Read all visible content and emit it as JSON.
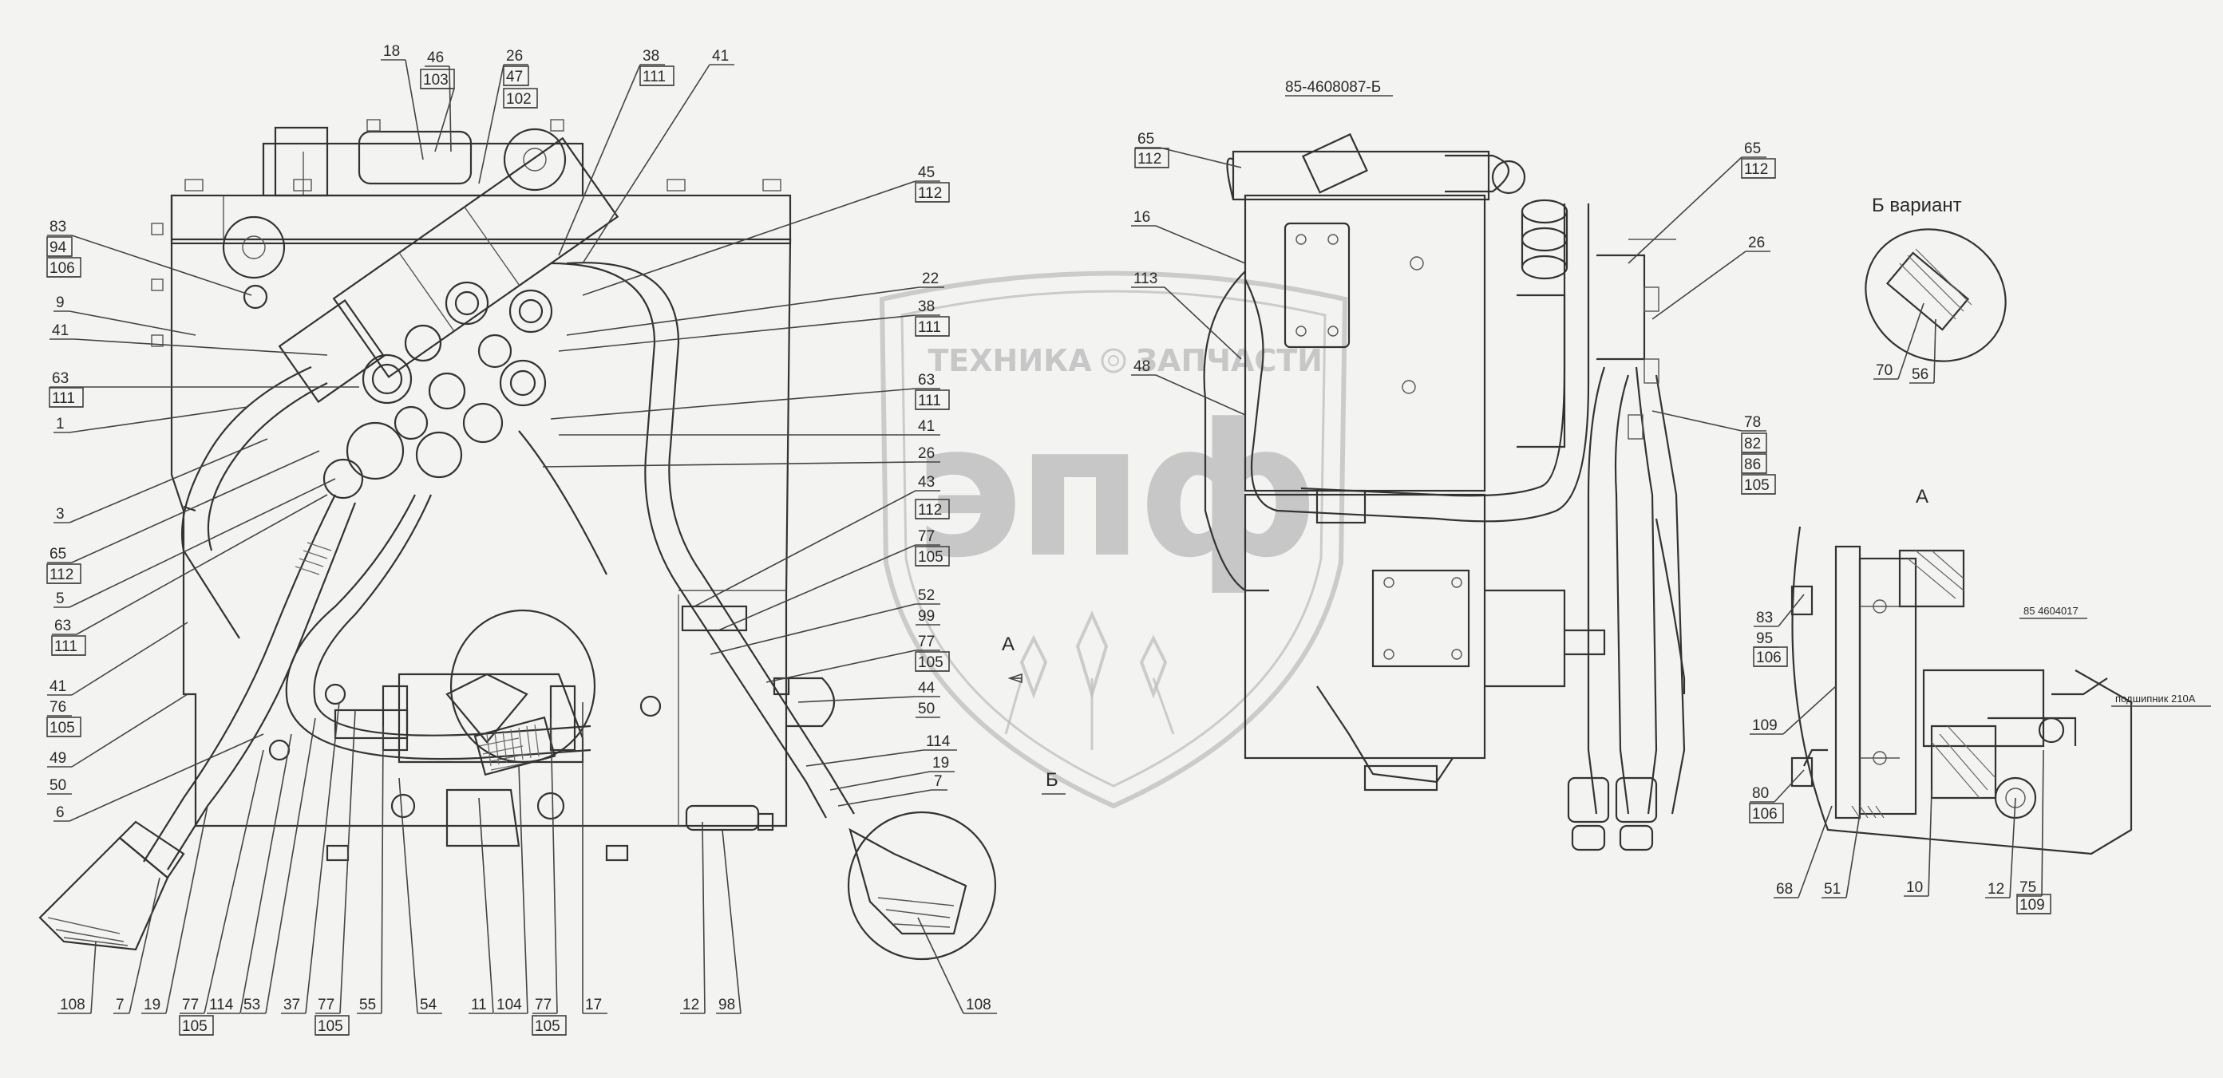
{
  "watermark": {
    "line1_left": "ТЕХНИКА",
    "line1_right": "ЗАПЧАСТИ",
    "big": "эпф",
    "color": "#b9b9b9"
  },
  "views": {
    "view_a_marker": "А",
    "view_b_marker": "Б",
    "b_variant_title": "Б вариант",
    "detail_a_title": "А"
  },
  "annotations": {
    "assembly_ref": "85-4608087-Б",
    "detail_ref": "85 4604017",
    "bearing": "подшипник 210А"
  },
  "callouts": [
    {
      "id": "c18",
      "text": "18"
    },
    {
      "id": "c46",
      "text": "46"
    },
    {
      "id": "c103",
      "text": "103"
    },
    {
      "id": "c26a",
      "text": "26"
    },
    {
      "id": "c47",
      "text": "47"
    },
    {
      "id": "c102",
      "text": "102"
    },
    {
      "id": "c38a",
      "text": "38"
    },
    {
      "id": "c111a",
      "text": "111"
    },
    {
      "id": "c41a",
      "text": "41"
    },
    {
      "id": "c83a",
      "text": "83"
    },
    {
      "id": "c94",
      "text": "94"
    },
    {
      "id": "c106a",
      "text": "106"
    },
    {
      "id": "c9",
      "text": "9"
    },
    {
      "id": "c41b",
      "text": "41"
    },
    {
      "id": "c63a",
      "text": "63"
    },
    {
      "id": "c111b",
      "text": "111"
    },
    {
      "id": "c1",
      "text": "1"
    },
    {
      "id": "c3",
      "text": "3"
    },
    {
      "id": "c65a",
      "text": "65"
    },
    {
      "id": "c112a",
      "text": "112"
    },
    {
      "id": "c5",
      "text": "5"
    },
    {
      "id": "c63b",
      "text": "63"
    },
    {
      "id": "c111c",
      "text": "111"
    },
    {
      "id": "c41c",
      "text": "41"
    },
    {
      "id": "c76",
      "text": "76"
    },
    {
      "id": "c105a",
      "text": "105"
    },
    {
      "id": "c49",
      "text": "49"
    },
    {
      "id": "c50a",
      "text": "50"
    },
    {
      "id": "c6",
      "text": "6"
    },
    {
      "id": "c45",
      "text": "45"
    },
    {
      "id": "c112b",
      "text": "112"
    },
    {
      "id": "c22",
      "text": "22"
    },
    {
      "id": "c38b",
      "text": "38"
    },
    {
      "id": "c111d",
      "text": "111"
    },
    {
      "id": "c63c",
      "text": "63"
    },
    {
      "id": "c111e",
      "text": "111"
    },
    {
      "id": "c41d",
      "text": "41"
    },
    {
      "id": "c26b",
      "text": "26"
    },
    {
      "id": "c43",
      "text": "43"
    },
    {
      "id": "c112c",
      "text": "112"
    },
    {
      "id": "c77a",
      "text": "77"
    },
    {
      "id": "c105b",
      "text": "105"
    },
    {
      "id": "c52",
      "text": "52"
    },
    {
      "id": "c99",
      "text": "99"
    },
    {
      "id": "c77b",
      "text": "77"
    },
    {
      "id": "c105c",
      "text": "105"
    },
    {
      "id": "c44",
      "text": "44"
    },
    {
      "id": "c50b",
      "text": "50"
    },
    {
      "id": "c114a",
      "text": "114"
    },
    {
      "id": "c19a",
      "text": "19"
    },
    {
      "id": "c7a",
      "text": "7"
    },
    {
      "id": "c108a",
      "text": "108"
    },
    {
      "id": "c7b",
      "text": "7"
    },
    {
      "id": "c19b",
      "text": "19"
    },
    {
      "id": "c77c",
      "text": "77"
    },
    {
      "id": "c105d",
      "text": "105"
    },
    {
      "id": "c114b",
      "text": "114"
    },
    {
      "id": "c53",
      "text": "53"
    },
    {
      "id": "c37",
      "text": "37"
    },
    {
      "id": "c77d",
      "text": "77"
    },
    {
      "id": "c105e",
      "text": "105"
    },
    {
      "id": "c55",
      "text": "55"
    },
    {
      "id": "c54",
      "text": "54"
    },
    {
      "id": "c11",
      "text": "11"
    },
    {
      "id": "c104",
      "text": "104"
    },
    {
      "id": "c77e",
      "text": "77"
    },
    {
      "id": "c105f",
      "text": "105"
    },
    {
      "id": "c17",
      "text": "17"
    },
    {
      "id": "c12a",
      "text": "12"
    },
    {
      "id": "c98",
      "text": "98"
    },
    {
      "id": "c108b",
      "text": "108"
    },
    {
      "id": "c65b",
      "text": "65"
    },
    {
      "id": "c112d",
      "text": "112"
    },
    {
      "id": "c16",
      "text": "16"
    },
    {
      "id": "c113",
      "text": "113"
    },
    {
      "id": "c48",
      "text": "48"
    },
    {
      "id": "c65c",
      "text": "65"
    },
    {
      "id": "c112e",
      "text": "112"
    },
    {
      "id": "c26c",
      "text": "26"
    },
    {
      "id": "c78",
      "text": "78"
    },
    {
      "id": "c82",
      "text": "82"
    },
    {
      "id": "c86",
      "text": "86"
    },
    {
      "id": "c105g",
      "text": "105"
    },
    {
      "id": "c70",
      "text": "70"
    },
    {
      "id": "c56",
      "text": "56"
    },
    {
      "id": "c83b",
      "text": "83"
    },
    {
      "id": "c95",
      "text": "95"
    },
    {
      "id": "c106b",
      "text": "106"
    },
    {
      "id": "c109a",
      "text": "109"
    },
    {
      "id": "c80",
      "text": "80"
    },
    {
      "id": "c106c",
      "text": "106"
    },
    {
      "id": "c68",
      "text": "68"
    },
    {
      "id": "c51",
      "text": "51"
    },
    {
      "id": "c10",
      "text": "10"
    },
    {
      "id": "c12b",
      "text": "12"
    },
    {
      "id": "c75",
      "text": "75"
    },
    {
      "id": "c109b",
      "text": "109"
    }
  ]
}
